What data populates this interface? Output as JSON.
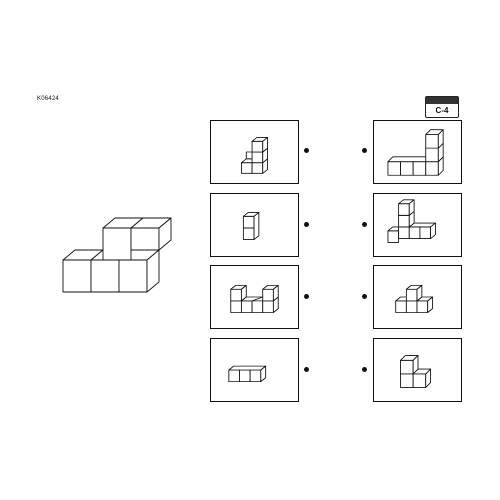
{
  "code": "K06424",
  "badge": {
    "top": "",
    "label": "C-4"
  },
  "footer": {
    "left": "",
    "right": ""
  },
  "cards": {
    "left": [
      "card-left-1",
      "card-left-2",
      "card-left-3",
      "card-left-4"
    ],
    "right": [
      "card-right-1",
      "card-right-2",
      "card-right-3",
      "card-right-4"
    ]
  }
}
